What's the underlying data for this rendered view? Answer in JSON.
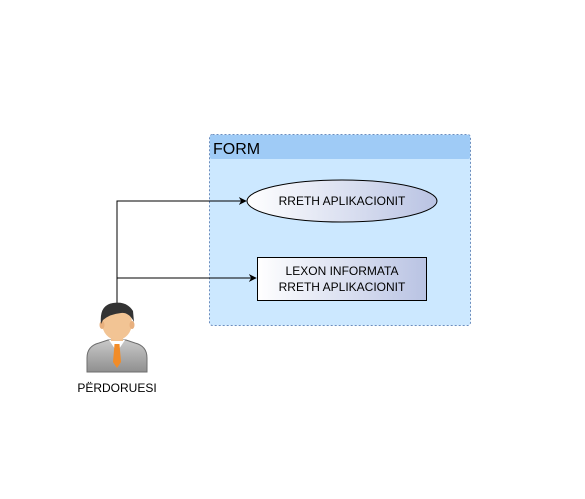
{
  "diagram": {
    "container": {
      "title": "FORM"
    },
    "use_cases": [
      {
        "id": "uc1",
        "lines": [
          "RRETH APLIKACIONIT"
        ],
        "shape": "ellipse"
      },
      {
        "id": "uc2",
        "lines": [
          "LEXON INFORMATA",
          "RRETH APLIKACIONIT"
        ],
        "shape": "rectangle"
      }
    ],
    "actor": {
      "label": "PËRDORUESI",
      "icon": "user-avatar-icon"
    },
    "colors": {
      "container_fill": "#cce8ff",
      "container_header": "#9fcbf6",
      "container_border": "#6c8ebf",
      "shape_gradient_start": "#ffffff",
      "shape_gradient_end": "#b9c3e3",
      "edge": "#000000"
    }
  }
}
